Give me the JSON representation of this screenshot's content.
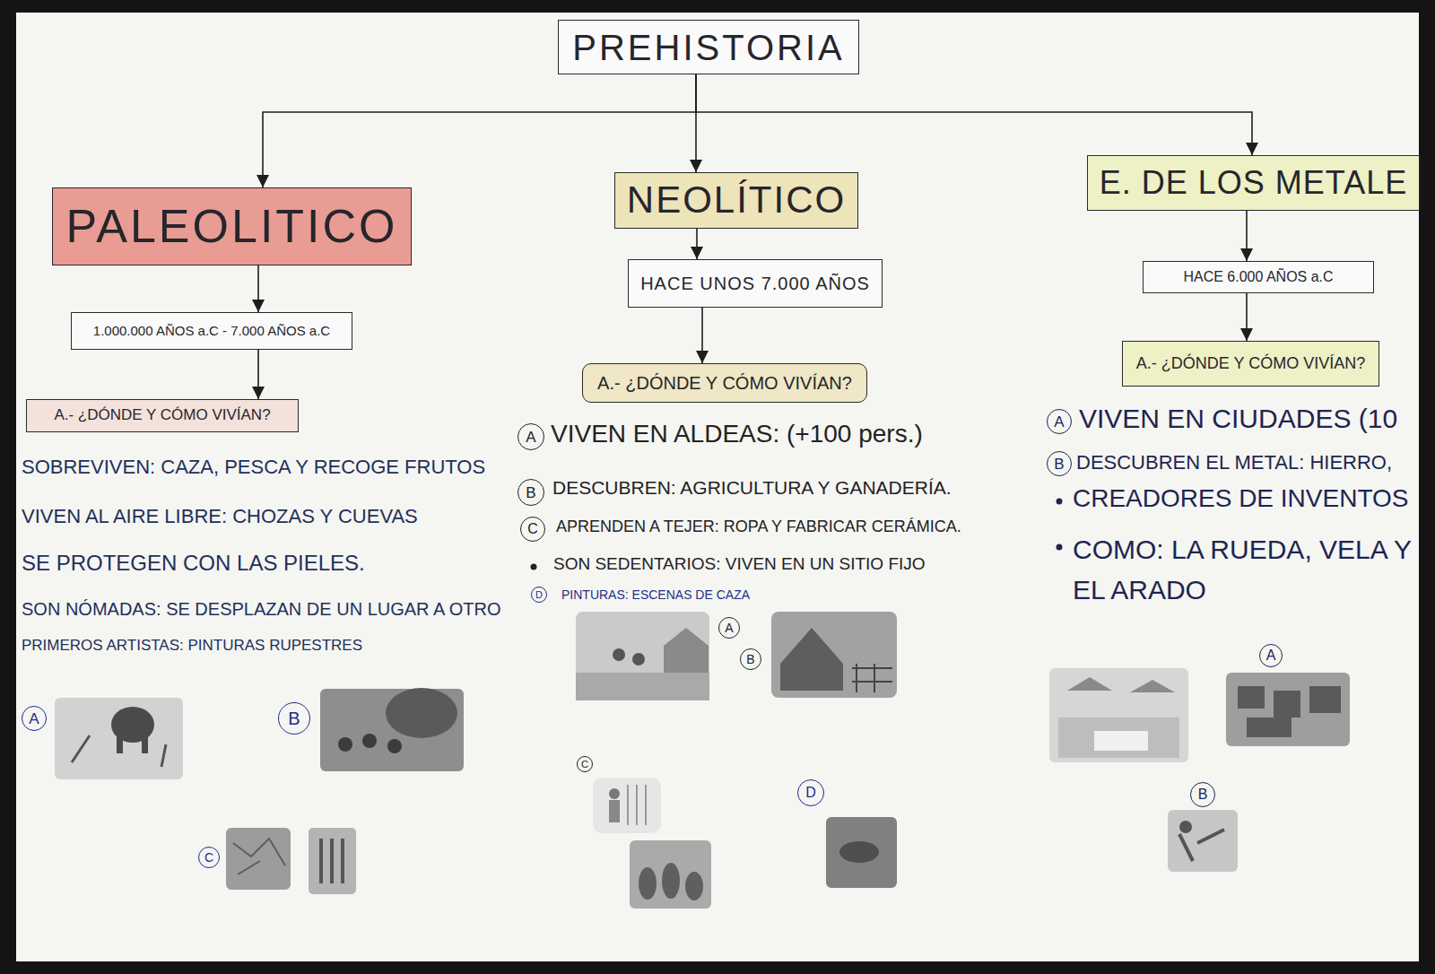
{
  "diagram": {
    "nodes": [
      {
        "text": [
          "PREHISTORIA"
        ]
      },
      {
        "text": [
          "PALEOLITICO"
        ]
      },
      {
        "text": [
          "1.000.000 AÑOS a.C - 7.000 AÑOS a.C"
        ]
      },
      {
        "text": [
          "A.- ¿DÓNDE Y CÓMO VIVÍAN?"
        ]
      },
      {
        "text": [
          "NEOLÍTICO"
        ]
      },
      {
        "text": [
          "HACE UNOS 7.000 AÑOS"
        ]
      },
      {
        "text": [
          "A.- ¿DÓNDE Y CÓMO VIVÍAN?"
        ]
      },
      {
        "text": [
          "E. DE LOS METALE"
        ]
      },
      {
        "text": [
          "HACE 6.000 AÑOS a.C"
        ]
      },
      {
        "text": [
          "A.- ¿DÓNDE Y CÓMO VIVÍAN?"
        ]
      }
    ],
    "edges": [
      {
        "from": 0,
        "to": 1,
        "arrow": "to"
      },
      {
        "from": 0,
        "to": 4,
        "arrow": "to"
      },
      {
        "from": 0,
        "to": 7,
        "arrow": "to"
      },
      {
        "from": 1,
        "to": 2,
        "arrow": "to"
      },
      {
        "from": 2,
        "to": 3,
        "arrow": "to"
      },
      {
        "from": 4,
        "to": 5,
        "arrow": "to"
      },
      {
        "from": 5,
        "to": 6,
        "arrow": "to"
      },
      {
        "from": 7,
        "to": 8,
        "arrow": "to"
      },
      {
        "from": 8,
        "to": 9,
        "arrow": "to"
      }
    ],
    "labels": [
      "SOBREVIVEN: CAZA, PESCA Y RECOGE FRUTOS",
      "VIVEN AL AIRE LIBRE: CHOZAS Y CUEVAS",
      "SE PROTEGEN CON LAS PIELES.",
      "SON NÓMADAS: SE DESPLAZAN DE UN LUGAR A OTRO",
      "PRIMEROS ARTISTAS: PINTURAS RUPESTRES",
      "A",
      "B",
      "C",
      "A",
      "VIVEN EN ALDEAS: (+100 pers.)",
      "B",
      "DESCUBREN: AGRICULTURA Y GANADERÍA.",
      "C",
      "APRENDEN A TEJER: ROPA Y FABRICAR CERÁMICA.",
      "SON SEDENTARIOS: VIVEN EN UN SITIO FIJO",
      "D",
      "PINTURAS: ESCENAS DE CAZA",
      "A",
      "B",
      "C",
      "D",
      "A",
      "VIVEN EN CIUDADES (10",
      "B",
      "DESCUBREN EL METAL: HIERRO,",
      "CREADORES DE INVENTOS",
      "COMO: LA RUEDA, VELA Y EL ARADO",
      "A",
      "B"
    ]
  }
}
